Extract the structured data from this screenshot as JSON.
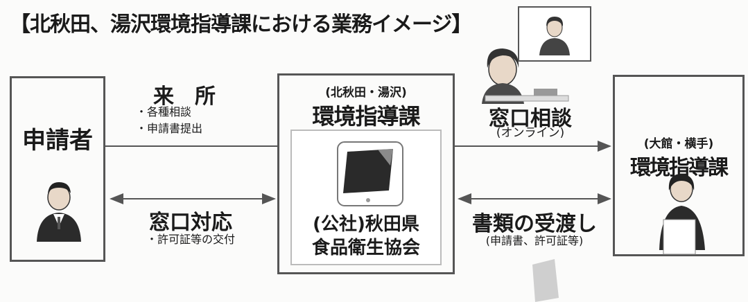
{
  "title": "【北秋田、湯沢環境指導課における業務イメージ】",
  "applicant": {
    "label": "申請者"
  },
  "center_office": {
    "subtitle": "(北秋田・湯沢)",
    "name": "環境指導課",
    "org_line1": "(公社)秋田県",
    "org_line2": "食品衛生協会"
  },
  "remote_office": {
    "subtitle": "(大館・横手)",
    "name": "環境指導課"
  },
  "visit": {
    "heading": "来　所",
    "items": [
      "・各種相談",
      "・申請書提出"
    ]
  },
  "counter": {
    "heading": "窓口対応",
    "items": [
      "・許可証等の交付"
    ]
  },
  "online": {
    "heading": "窓口相談",
    "note": "(オンライン)"
  },
  "documents": {
    "heading": "書類の受渡し",
    "note": "(申請書、許可証等)"
  },
  "colors": {
    "line": "#555555",
    "tablet": "#2a2a2a",
    "tablet_accent": "#8a8a8a",
    "paper": "#cfcfcf"
  },
  "icons": [
    "person-icon",
    "staff-icon",
    "tablet-icon",
    "monitor-icon",
    "document-icon"
  ]
}
